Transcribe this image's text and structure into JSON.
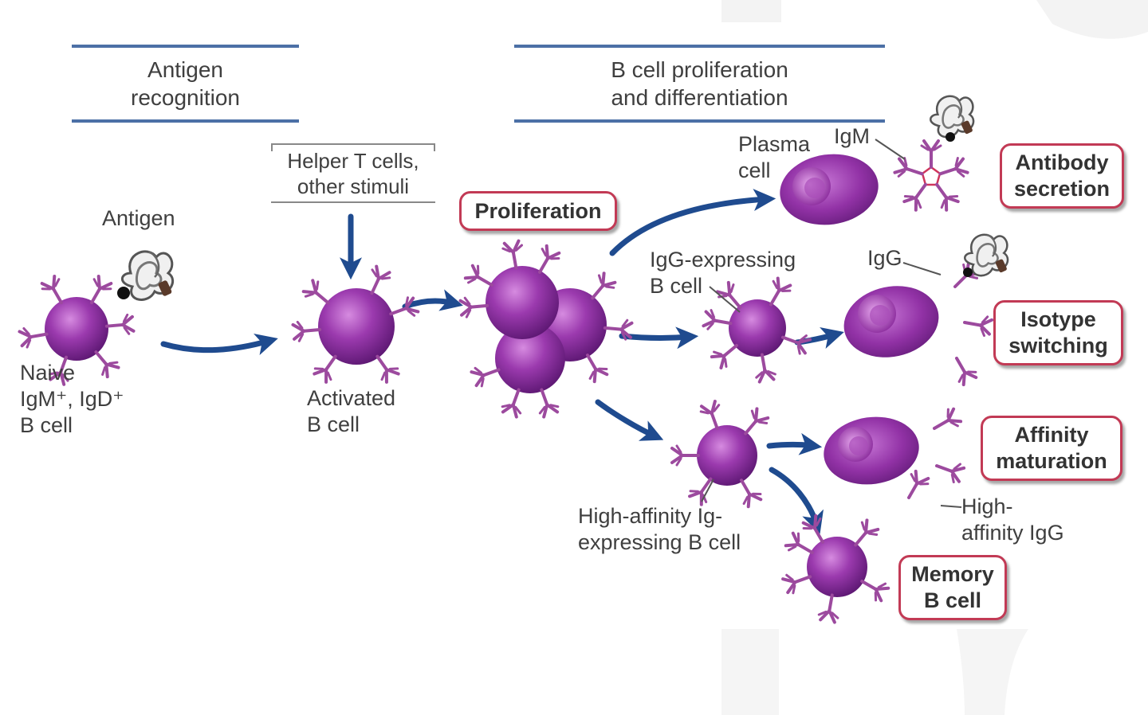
{
  "headers": {
    "antigen_recognition": [
      "Antigen",
      "recognition"
    ],
    "proliferation_differentiation": [
      "B cell proliferation",
      "and differentiation"
    ]
  },
  "stimulus": [
    "Helper T cells,",
    "other stimuli"
  ],
  "labels": {
    "antigen": "Antigen",
    "naive_b_cell": [
      "Naive",
      "IgM⁺, IgD⁺",
      "B cell"
    ],
    "activated_b_cell": [
      "Activated",
      "B cell"
    ],
    "plasma_cell": [
      "Plasma",
      "cell"
    ],
    "igm": "IgM",
    "igg_expressing_b_cell": [
      "IgG-expressing",
      "B cell"
    ],
    "igg": "IgG",
    "high_affinity_ig_b_cell": [
      "High-affinity Ig-",
      "expressing B cell"
    ],
    "high_affinity_igg": [
      "High-",
      "affinity IgG"
    ]
  },
  "outcomes": {
    "proliferation": "Proliferation",
    "antibody_secretion": [
      "Antibody",
      "secretion"
    ],
    "isotype_switching": [
      "Isotype",
      "switching"
    ],
    "affinity_maturation": [
      "Affinity",
      "maturation"
    ],
    "memory_b_cell": [
      "Memory",
      "B cell"
    ]
  },
  "colors": {
    "cell": "#8b2a9e",
    "receptor": "#9c4a9e",
    "arrow": "#1f4b8f",
    "header_rule": "#4c70a6",
    "outcome_border": "#c23a55"
  }
}
